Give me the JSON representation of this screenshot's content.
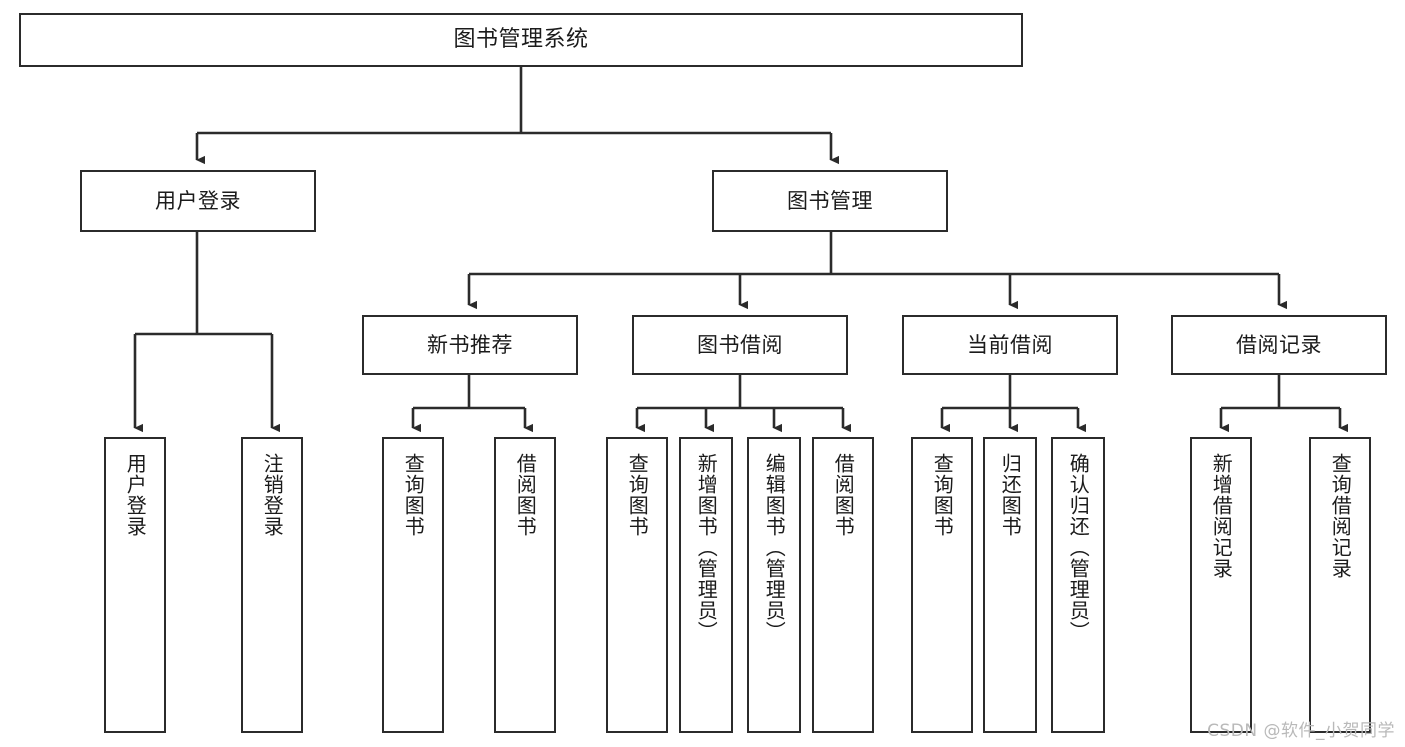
{
  "diagram": {
    "title": "图书管理系统",
    "type": "tree",
    "root": {
      "label": "图书管理系统"
    },
    "level2": [
      {
        "label": "用户登录"
      },
      {
        "label": "图书管理"
      }
    ],
    "level3": [
      {
        "label": "新书推荐"
      },
      {
        "label": "图书借阅"
      },
      {
        "label": "当前借阅"
      },
      {
        "label": "借阅记录"
      }
    ],
    "leaves": {
      "user_login": [
        {
          "label": "用户登录"
        },
        {
          "label": "注销登录"
        }
      ],
      "new_book_recommend": [
        {
          "label": "查询图书"
        },
        {
          "label": "借阅图书"
        }
      ],
      "book_borrow": [
        {
          "label": "查询图书"
        },
        {
          "label": "新增图书（管理员）"
        },
        {
          "label": "编辑图书（管理员）"
        },
        {
          "label": "借阅图书"
        }
      ],
      "current_borrow": [
        {
          "label": "查询图书"
        },
        {
          "label": "归还图书"
        },
        {
          "label": "确认归还（管理员）"
        }
      ],
      "borrow_record": [
        {
          "label": "新增借阅记录"
        },
        {
          "label": "查询借阅记录"
        }
      ]
    },
    "colors": {
      "stroke": "#2b2b2b",
      "fill": "#ffffff",
      "text": "#1b1b1b",
      "watermark": "#b9b9b9"
    }
  },
  "watermark": {
    "text": "CSDN @软件_小贺同学"
  }
}
